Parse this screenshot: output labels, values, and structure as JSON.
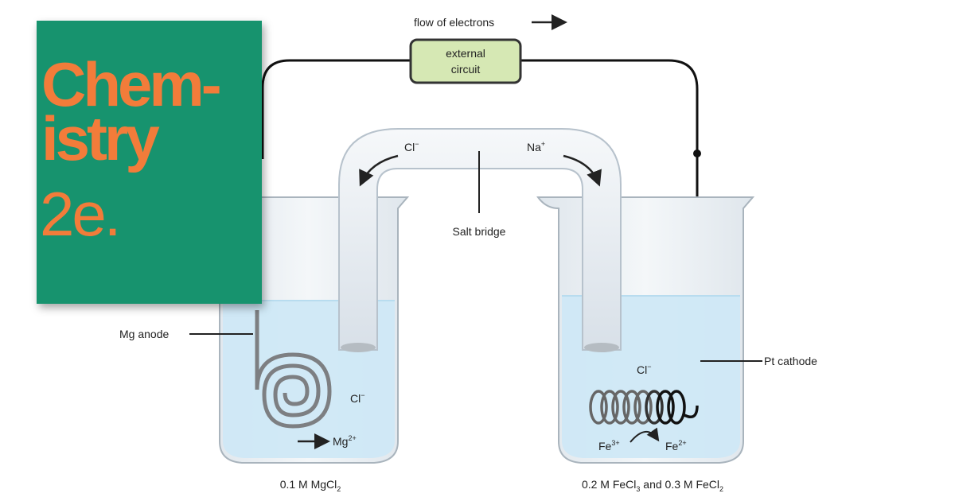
{
  "book_cover": {
    "title_line_1": "Chem-",
    "title_line_2": "istry",
    "edition": "2e.",
    "background_color": "#17936e",
    "title_color": "#f27c3a"
  },
  "diagram": {
    "flow_label": "flow of electrons",
    "external_circuit_line_1": "external",
    "external_circuit_line_2": "circuit",
    "salt_bridge_label": "Salt bridge",
    "bridge_anion": "Cl",
    "bridge_anion_charge": "−",
    "bridge_cation": "Na",
    "bridge_cation_charge": "+",
    "anode_label": "Mg anode",
    "cathode_label": "Pt cathode",
    "left_ion_chloride": "Cl",
    "left_ion_chloride_charge": "−",
    "left_ion_mg": "Mg",
    "left_ion_mg_charge": "2+",
    "right_ion_chloride": "Cl",
    "right_ion_chloride_charge": "−",
    "right_ion_fe3": "Fe",
    "right_ion_fe3_charge": "3+",
    "right_ion_fe2": "Fe",
    "right_ion_fe2_charge": "2+",
    "left_solution_prefix": "0.1 M MgCl",
    "left_solution_sub": "2",
    "right_solution_part1": "0.2 M FeCl",
    "right_solution_sub1": "3",
    "right_solution_part2": " and 0.3 M FeCl",
    "right_solution_sub2": "2",
    "colors": {
      "circuit_box_fill": "#d6e8b4",
      "solution_fill": "#cfe8f5",
      "bridge_fill": "#e6ecf2"
    }
  }
}
